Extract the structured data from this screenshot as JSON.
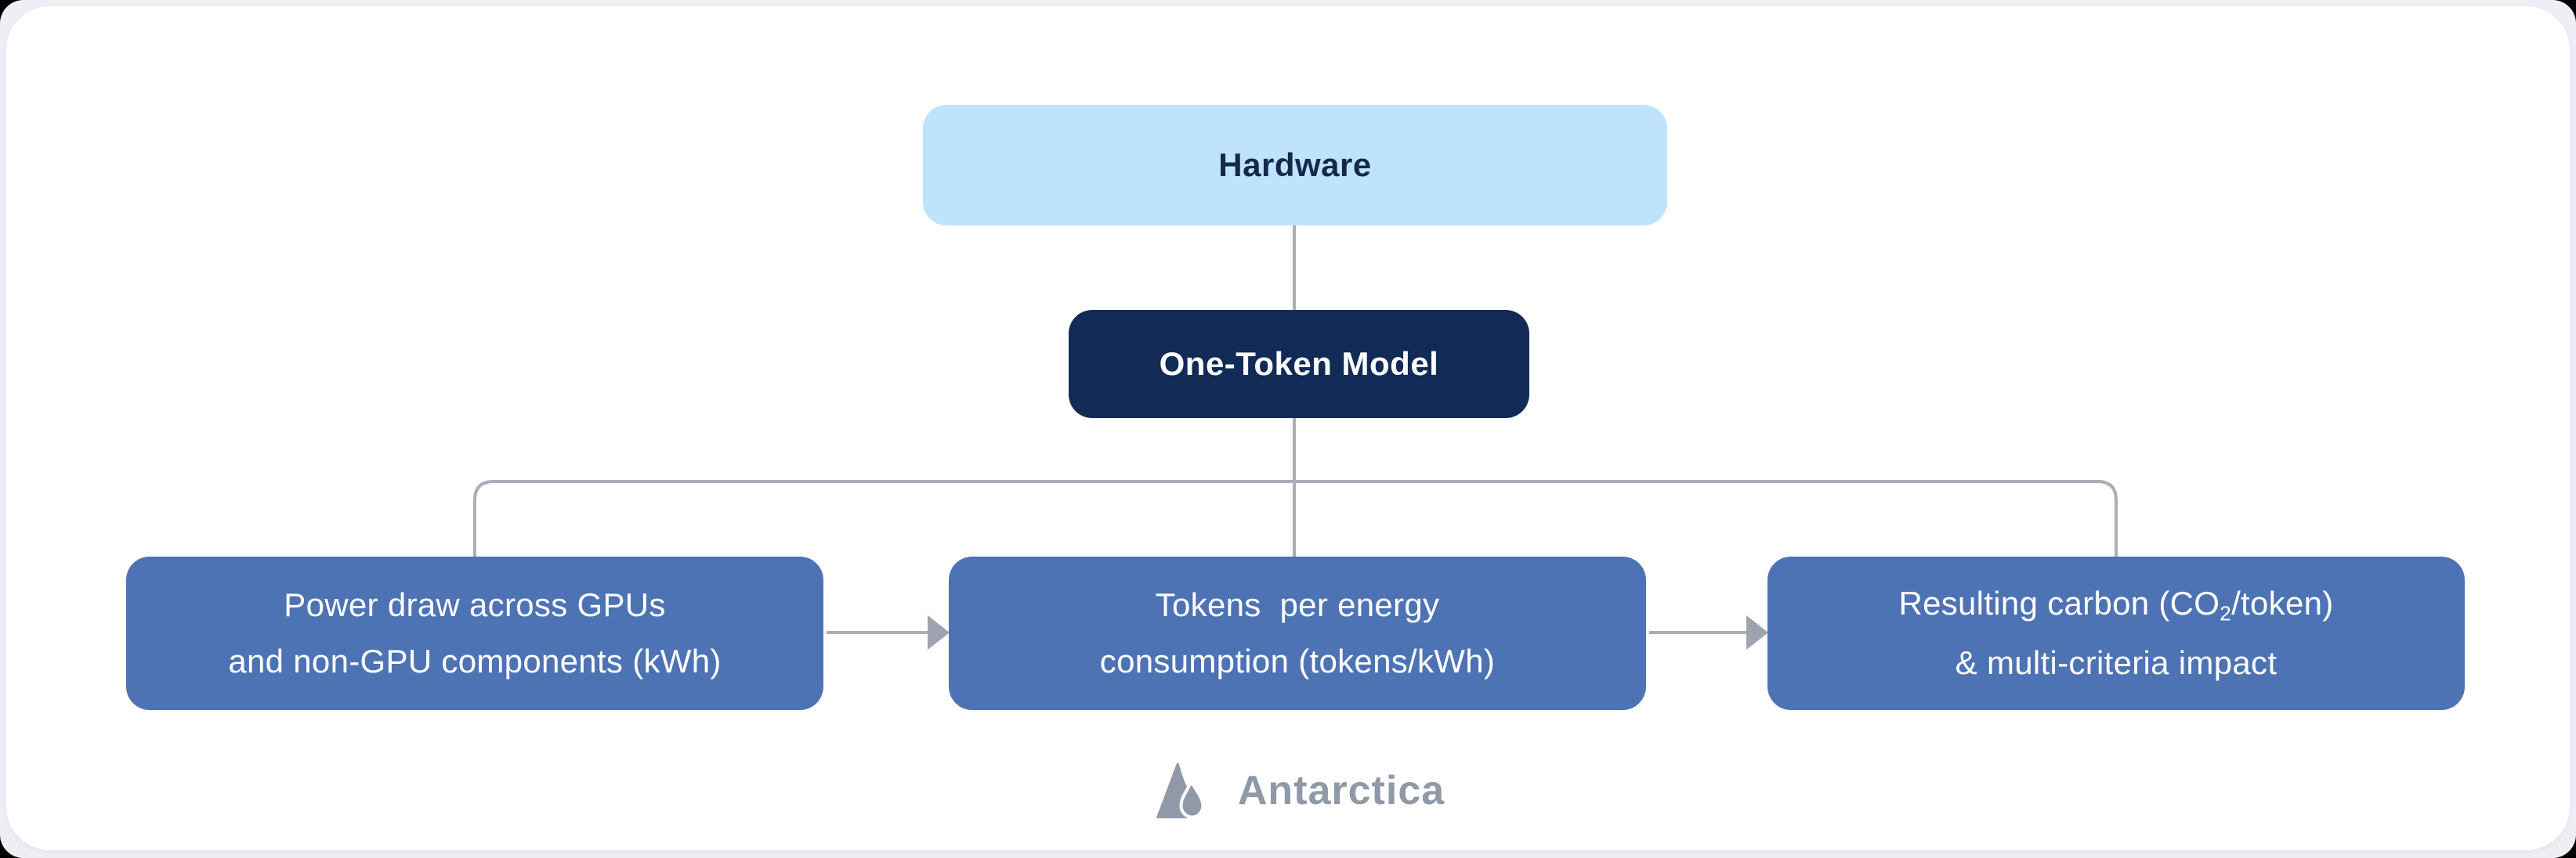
{
  "page": {
    "background_color": "#edeff5",
    "card_color": "#ffffff"
  },
  "diagram": {
    "root": {
      "label": "Hardware"
    },
    "model": {
      "label": "One-Token Model"
    },
    "stages": [
      {
        "line1": "Power draw across GPUs",
        "line2": "and non-GPU components (kWh)"
      },
      {
        "line1": "Tokens  per energy",
        "line2": "consumption (tokens/kWh)"
      },
      {
        "line1_pre": "Resulting carbon (CO",
        "line1_sub": "2",
        "line1_post": "/token)",
        "line2": "& multi-criteria impact"
      }
    ],
    "colors": {
      "hardware_fill": "#c0e3fc",
      "hardware_text": "#14294e",
      "model_fill": "#112a56",
      "model_text": "#ffffff",
      "stage_fill": "#4d73b4",
      "stage_text": "#ffffff",
      "connector": "#a9aeb8",
      "arrowhead": "#9ea4af"
    }
  },
  "footer": {
    "brand_name": "Antarctica",
    "logo_icon": "antarctica-peak-droplet-icon",
    "logo_color": "#9099a8"
  }
}
